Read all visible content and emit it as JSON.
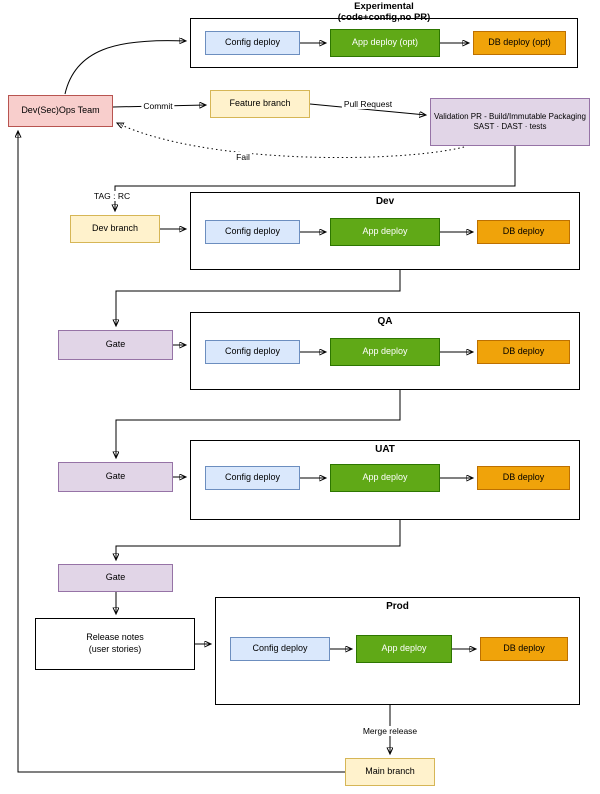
{
  "nodes": {
    "team": "Dev(Sec)Ops Team",
    "feature_branch": "Feature branch",
    "validation_line1": "Validation PR - Build/Immutable Packaging",
    "validation_line2": "SAST · DAST · tests",
    "dev_branch": "Dev branch",
    "gate": "Gate",
    "release_notes_line1": "Release notes",
    "release_notes_line2": "(user stories)",
    "main_branch": "Main branch"
  },
  "containers": {
    "experimental": {
      "title": "Experimental",
      "subtitle": "(code+config,no PR)",
      "config": "Config deploy",
      "app": "App deploy (opt)",
      "db": "DB deploy (opt)"
    },
    "dev": {
      "title": "Dev",
      "config": "Config deploy",
      "app": "App deploy",
      "db": "DB deploy"
    },
    "qa": {
      "title": "QA",
      "config": "Config deploy",
      "app": "App deploy",
      "db": "DB deploy"
    },
    "uat": {
      "title": "UAT",
      "config": "Config deploy",
      "app": "App deploy",
      "db": "DB deploy"
    },
    "prod": {
      "title": "Prod",
      "config": "Config deploy",
      "app": "App deploy",
      "db": "DB deploy"
    }
  },
  "edge_labels": {
    "commit": "Commit",
    "pull_request": "Pull Request",
    "fail": "Fail",
    "tag_rc": "TAG : RC",
    "merge_release": "Merge release"
  },
  "colors": {
    "team_fill": "#f8cecc",
    "team_stroke": "#b85450",
    "branch_fill": "#fff2cc",
    "branch_stroke": "#d6b656",
    "gate_fill": "#e1d5e7",
    "gate_stroke": "#9673a6",
    "config_fill": "#dae8fc",
    "config_stroke": "#6c8ebf",
    "app_fill": "#60a917",
    "app_stroke": "#2d7600",
    "db_fill": "#f0a30a",
    "db_stroke": "#bd7000",
    "line": "#000000"
  }
}
